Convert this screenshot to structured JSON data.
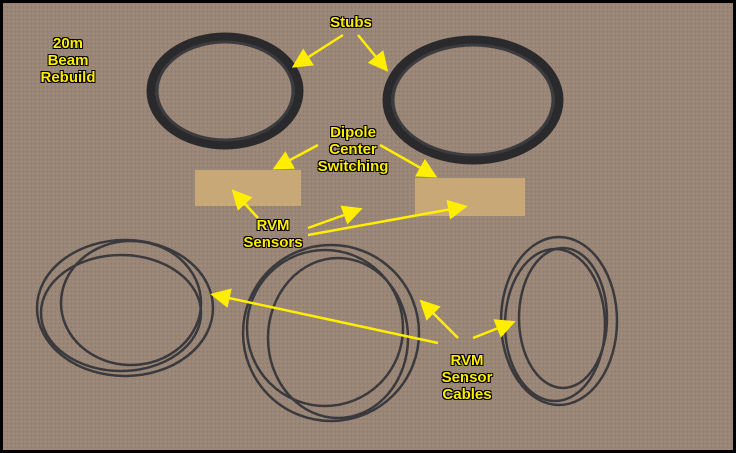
{
  "labels": {
    "beam_line1": "20m",
    "beam_line2": "Beam",
    "beam_line3": "Rebuild",
    "stubs": "Stubs",
    "dipole_line1": "Dipole",
    "dipole_line2": "Center",
    "dipole_line3": "Switching",
    "sensors_line1": "RVM",
    "sensors_line2": "Sensors",
    "cables_line1": "RVM",
    "cables_line2": "Sensor",
    "cables_line3": "Cables"
  },
  "colors": {
    "annotation": "#ffee00",
    "carpet": "#9a8676",
    "cable": "#2a2a2c"
  }
}
